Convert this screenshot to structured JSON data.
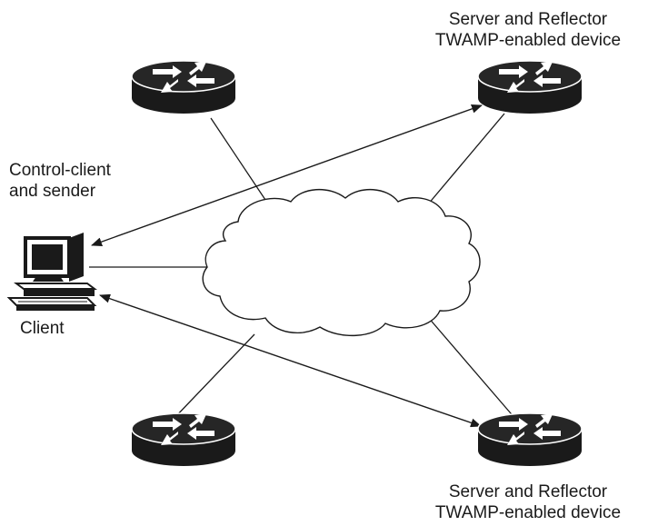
{
  "labels": {
    "server_top": [
      "Server and Reflector",
      "TWAMP-enabled device"
    ],
    "server_bottom": [
      "Server and Reflector",
      "TWAMP-enabled device"
    ],
    "client_role": [
      "Control-client",
      "and sender"
    ],
    "client_name": "Client"
  },
  "colors": {
    "ink": "#1a1a1a",
    "background": "#ffffff",
    "router_arrow": "#ffffff"
  },
  "icons": {
    "router": "router-icon",
    "client": "computer-icon",
    "network": "cloud-icon"
  }
}
